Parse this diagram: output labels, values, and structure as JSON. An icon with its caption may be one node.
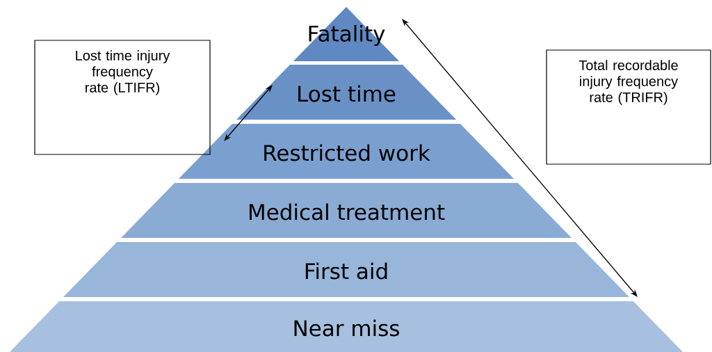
{
  "diagram": {
    "nodes": [
      {
        "text": [
          "Fatality"
        ]
      },
      {
        "text": [
          "Lost time"
        ]
      },
      {
        "text": [
          "Restricted work"
        ]
      },
      {
        "text": [
          "Medical treatment"
        ]
      },
      {
        "text": [
          "First aid"
        ]
      },
      {
        "text": [
          "Near miss"
        ]
      },
      {
        "text": [
          "Lost time injury frequency rate (LTIFR)"
        ]
      },
      {
        "text": [
          "Total recordable injury frequency rate (TRIFR)"
        ]
      }
    ],
    "edges": [
      {
        "from": 1,
        "to": 2,
        "arrow": "both"
      }
    ]
  }
}
